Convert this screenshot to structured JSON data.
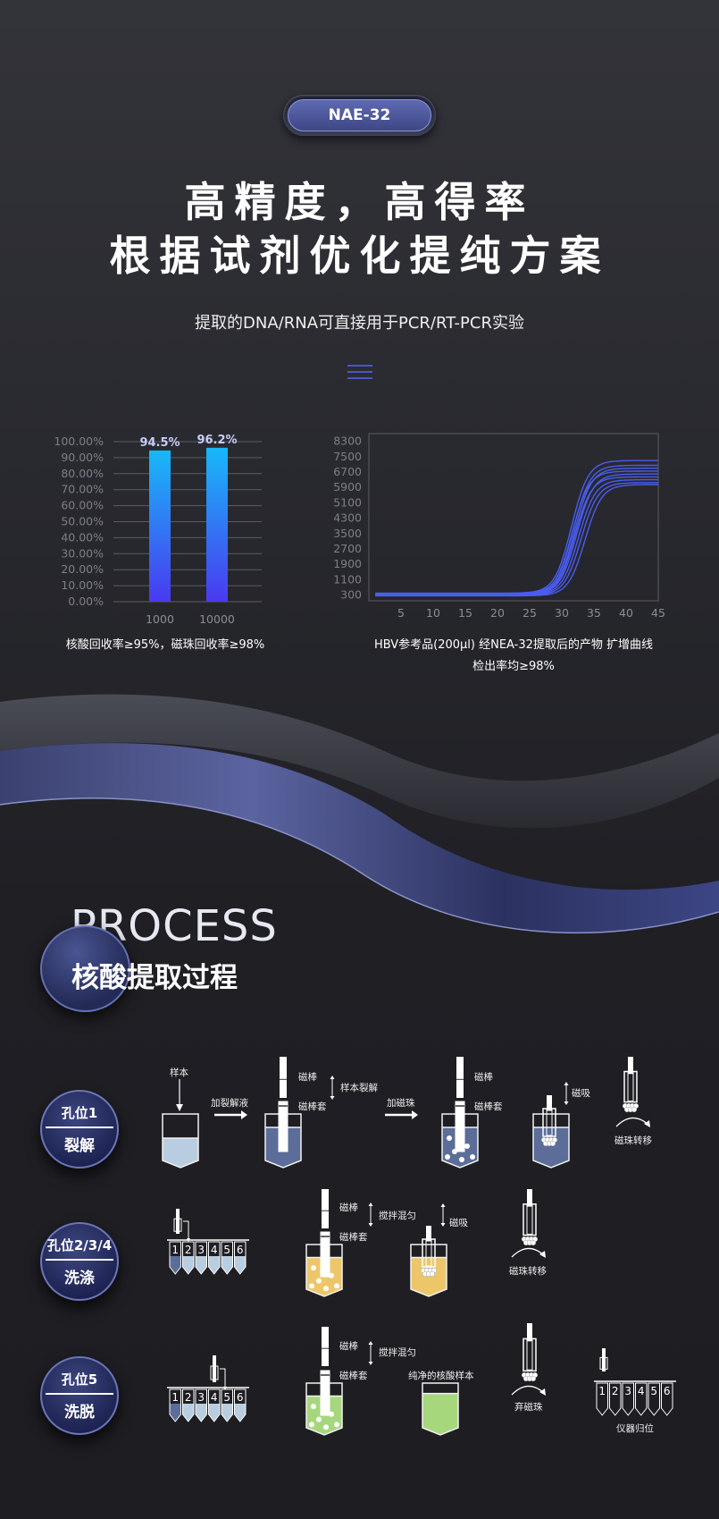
{
  "badge": "NAE-32",
  "headline": {
    "line1": "高精度，高得率",
    "line2": "根据试剂优化提纯方案"
  },
  "subtitle": "提取的DNA/RNA可直接用于PCR/RT-PCR实验",
  "menu_icon": "menu-icon",
  "chart_data": [
    {
      "type": "bar",
      "categories": [
        "1000",
        "10000"
      ],
      "values": [
        94.5,
        96.2
      ],
      "data_labels": [
        "94.5%",
        "96.2%"
      ],
      "yticks": [
        "0.00%",
        "10.00%",
        "20.00%",
        "30.00%",
        "40.00%",
        "50.00%",
        "60.00%",
        "70.00%",
        "80.00%",
        "90.00%",
        "100.00%"
      ],
      "ylim": [
        0,
        100
      ],
      "grid": true,
      "caption": "核酸回收率≥95%，磁珠回收率≥98%",
      "colors": {
        "top": "#18b8f8",
        "bottom": "#4a3af0"
      }
    },
    {
      "type": "line",
      "title": "",
      "xticks": [
        "5",
        "10",
        "15",
        "20",
        "25",
        "30",
        "35",
        "40",
        "45"
      ],
      "yticks": [
        "300",
        "1100",
        "1900",
        "2700",
        "3500",
        "4300",
        "5100",
        "5900",
        "6700",
        "7500",
        "8300"
      ],
      "xlim": [
        0,
        45
      ],
      "ylim": [
        0,
        8700
      ],
      "series": [
        {
          "name": "c1",
          "baseline": 400,
          "plateau": 7300,
          "midpoint": 31.5
        },
        {
          "name": "c2",
          "baseline": 380,
          "plateau": 7050,
          "midpoint": 31.8
        },
        {
          "name": "c3",
          "baseline": 350,
          "plateau": 6900,
          "midpoint": 32.0
        },
        {
          "name": "c4",
          "baseline": 330,
          "plateau": 6750,
          "midpoint": 31.6
        },
        {
          "name": "c5",
          "baseline": 320,
          "plateau": 6600,
          "midpoint": 32.3
        },
        {
          "name": "c6",
          "baseline": 300,
          "plateau": 6450,
          "midpoint": 32.0
        },
        {
          "name": "c7",
          "baseline": 300,
          "plateau": 6300,
          "midpoint": 32.6
        },
        {
          "name": "c8",
          "baseline": 280,
          "plateau": 6150,
          "midpoint": 33.0
        },
        {
          "name": "c9",
          "baseline": 260,
          "plateau": 6050,
          "midpoint": 33.6
        }
      ],
      "line_color": "#4a5cf0",
      "caption_line1": "HBV参考品(200µl) 经NEA-32提取后的产物 扩增曲线",
      "caption_line2": "检出率均≥98%"
    }
  ],
  "process": {
    "heading": "PROCESS",
    "title": "核酸提取过程"
  },
  "rows": [
    {
      "position": "孔位1",
      "step": "裂解"
    },
    {
      "position": "孔位2/3/4",
      "step": "洗涤"
    },
    {
      "position": "孔位5",
      "step": "洗脱"
    }
  ],
  "labels": {
    "sample": "样本",
    "add_lysis": "加裂解液",
    "rod": "磁棒",
    "rod_sleeve": "磁棒套",
    "sample_lysis": "样本裂解",
    "add_beads": "加磁珠",
    "magnetic_suction": "磁吸",
    "bead_transfer": "磁珠转移",
    "stir_mix": "搅拌混匀",
    "pure_sample": "纯净的核酸样本",
    "discard_beads": "弃磁珠",
    "instrument_reset": "仪器归位",
    "wells": [
      "1",
      "2",
      "3",
      "4",
      "5",
      "6"
    ]
  },
  "colors": {
    "accent": "#4c55c8",
    "lysis": "#5b6d98",
    "sample": "#b9cde0",
    "wash": "#eec66a",
    "elute": "#a7d77d"
  }
}
